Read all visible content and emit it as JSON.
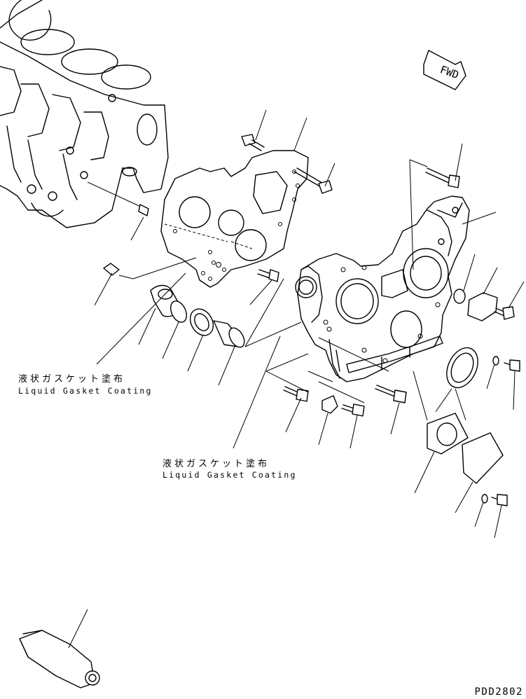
{
  "fwd_arrow": {
    "text": "FWD"
  },
  "annotations": [
    {
      "jp": "液状ガスケット塗布",
      "en": "Liquid Gasket Coating"
    },
    {
      "jp": "液状ガスケット塗布",
      "en": "Liquid Gasket Coating"
    }
  ],
  "drawing_code": "PDD2802"
}
